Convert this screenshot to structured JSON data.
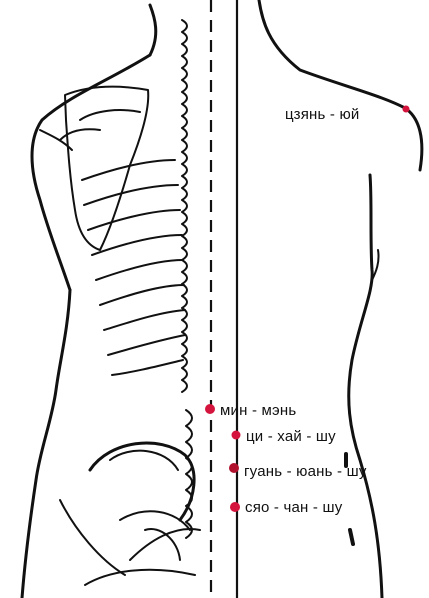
{
  "points": [
    {
      "id": "jian-yu",
      "label": "цзянь - юй"
    },
    {
      "id": "ming-men",
      "label": "мин - мэнь"
    },
    {
      "id": "qi-hai-shu",
      "label": "ци - хай - шу"
    },
    {
      "id": "guan-yuan-shu",
      "label": "гуань - юань - шу"
    },
    {
      "id": "xiao-chang-shu",
      "label": "сяо - чан - шу"
    }
  ],
  "colors": {
    "point": "#d4143c",
    "line": "#111111",
    "background": "#ffffff"
  }
}
